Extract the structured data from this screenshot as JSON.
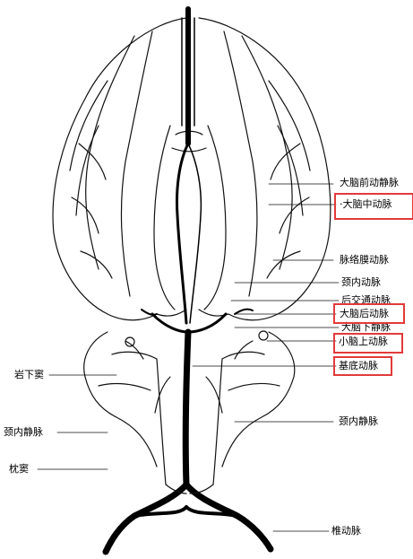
{
  "labels": {
    "right": {
      "anterior_cerebral": "大脑前动静脉",
      "middle_cerebral": "·大脑中动脉",
      "choroid": "脉络膜动脉",
      "internal_carotid": "颈内动脉",
      "posterior_communicating": "后交通动脉",
      "posterior_cerebral": "大脑后动脉",
      "inferior_cerebral_vein": "大脑下静脉",
      "superior_cerebellar": "小脑上动脉",
      "basilar": "基底动脉",
      "internal_jugular": "颈内静脉",
      "vertebral": "椎动脉"
    },
    "left": {
      "subpetrosal": "岩下窦",
      "internal_jugular_vein": "颈内静脉",
      "sigmoid_sinus": "枕窦"
    }
  },
  "colors": {
    "ink": "#111111",
    "highlight": "#e23a3a",
    "vessel": "#000000"
  }
}
